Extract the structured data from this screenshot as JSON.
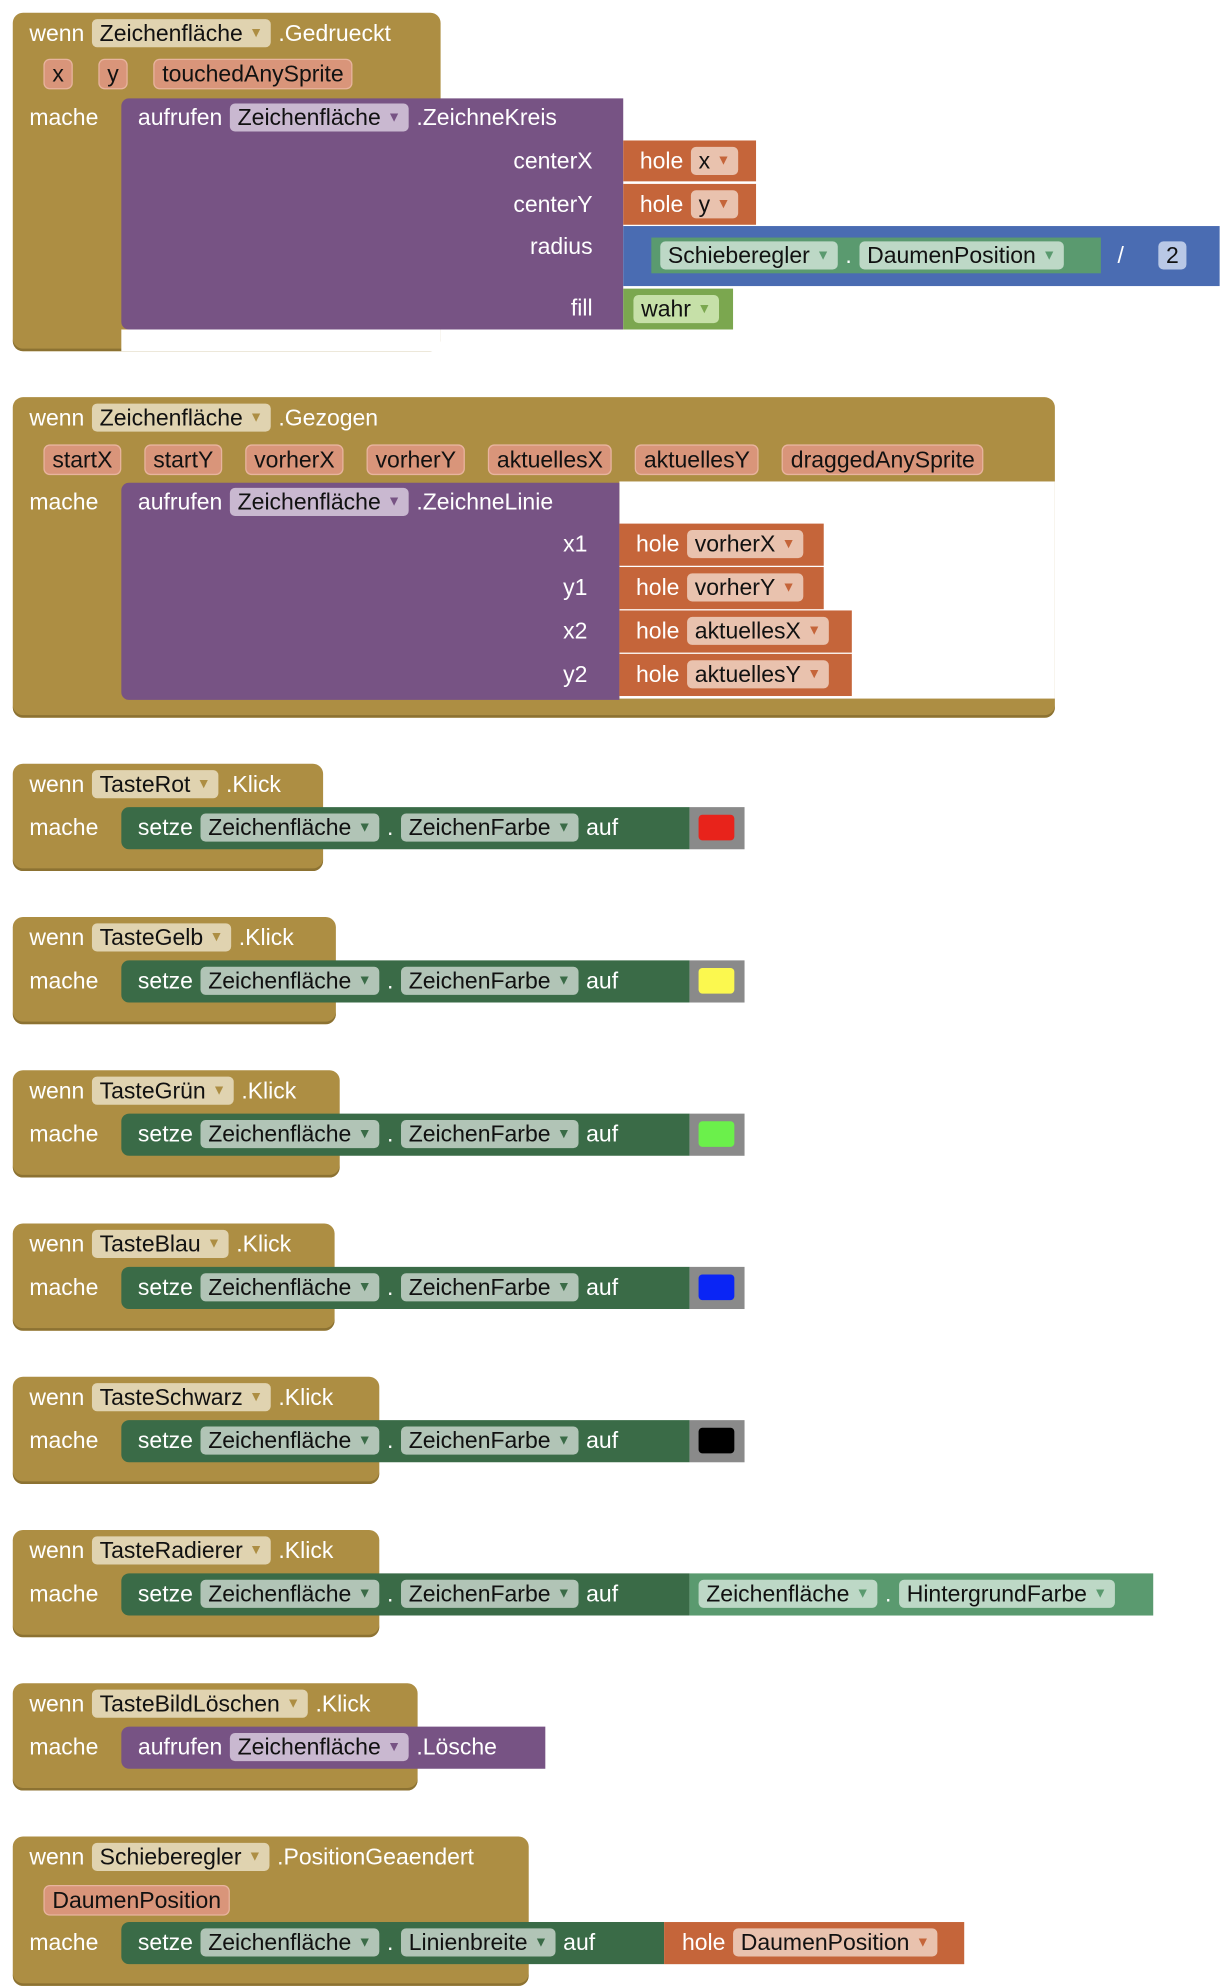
{
  "kw": {
    "wenn": "wenn",
    "mache": "mache",
    "aufrufen": "aufrufen",
    "setze": "setze",
    "hole": "hole",
    "auf": "auf",
    "dot": ".",
    "div": "/"
  },
  "blocks": [
    {
      "component": "Zeichenfläche",
      "event": ".Gedrueckt",
      "params": [
        "x",
        "y",
        "touchedAnySprite"
      ],
      "call": {
        "component": "Zeichenfläche",
        "method": ".ZeichneKreis",
        "args": [
          {
            "name": "centerX",
            "value": "x"
          },
          {
            "name": "centerY",
            "value": "y"
          },
          {
            "name": "radius",
            "component": "Schieberegler",
            "property": "DaumenPosition",
            "divisor": "2"
          },
          {
            "name": "fill",
            "value": "wahr"
          }
        ]
      }
    },
    {
      "component": "Zeichenfläche",
      "event": ".Gezogen",
      "params": [
        "startX",
        "startY",
        "vorherX",
        "vorherY",
        "aktuellesX",
        "aktuellesY",
        "draggedAnySprite"
      ],
      "call": {
        "component": "Zeichenfläche",
        "method": ".ZeichneLinie",
        "args": [
          {
            "name": "x1",
            "value": "vorherX"
          },
          {
            "name": "y1",
            "value": "vorherY"
          },
          {
            "name": "x2",
            "value": "aktuellesX"
          },
          {
            "name": "y2",
            "value": "aktuellesY"
          }
        ]
      }
    },
    {
      "component": "TasteRot",
      "event": ".Klick",
      "set": {
        "component": "Zeichenfläche",
        "property": "ZeichenFarbe",
        "color": "#e8231b"
      }
    },
    {
      "component": "TasteGelb",
      "event": ".Klick",
      "set": {
        "component": "Zeichenfläche",
        "property": "ZeichenFarbe",
        "color": "#fbf84f"
      }
    },
    {
      "component": "TasteGrün",
      "event": ".Klick",
      "set": {
        "component": "Zeichenfläche",
        "property": "ZeichenFarbe",
        "color": "#6bf04b"
      }
    },
    {
      "component": "TasteBlau",
      "event": ".Klick",
      "set": {
        "component": "Zeichenfläche",
        "property": "ZeichenFarbe",
        "color": "#0a25f5"
      }
    },
    {
      "component": "TasteSchwarz",
      "event": ".Klick",
      "set": {
        "component": "Zeichenfläche",
        "property": "ZeichenFarbe",
        "color": "#000000"
      }
    },
    {
      "component": "TasteRadierer",
      "event": ".Klick",
      "set": {
        "component": "Zeichenfläche",
        "property": "ZeichenFarbe",
        "value_component": "Zeichenfläche",
        "value_property": "HintergrundFarbe"
      }
    },
    {
      "component": "TasteBildLöschen",
      "event": ".Klick",
      "call": {
        "component": "Zeichenfläche",
        "method": ".Lösche"
      }
    },
    {
      "component": "Schieberegler",
      "event": ".PositionGeaendert",
      "params": [
        "DaumenPosition"
      ],
      "set": {
        "component": "Zeichenfläche",
        "property": "Linienbreite",
        "value": "DaumenPosition"
      }
    }
  ]
}
